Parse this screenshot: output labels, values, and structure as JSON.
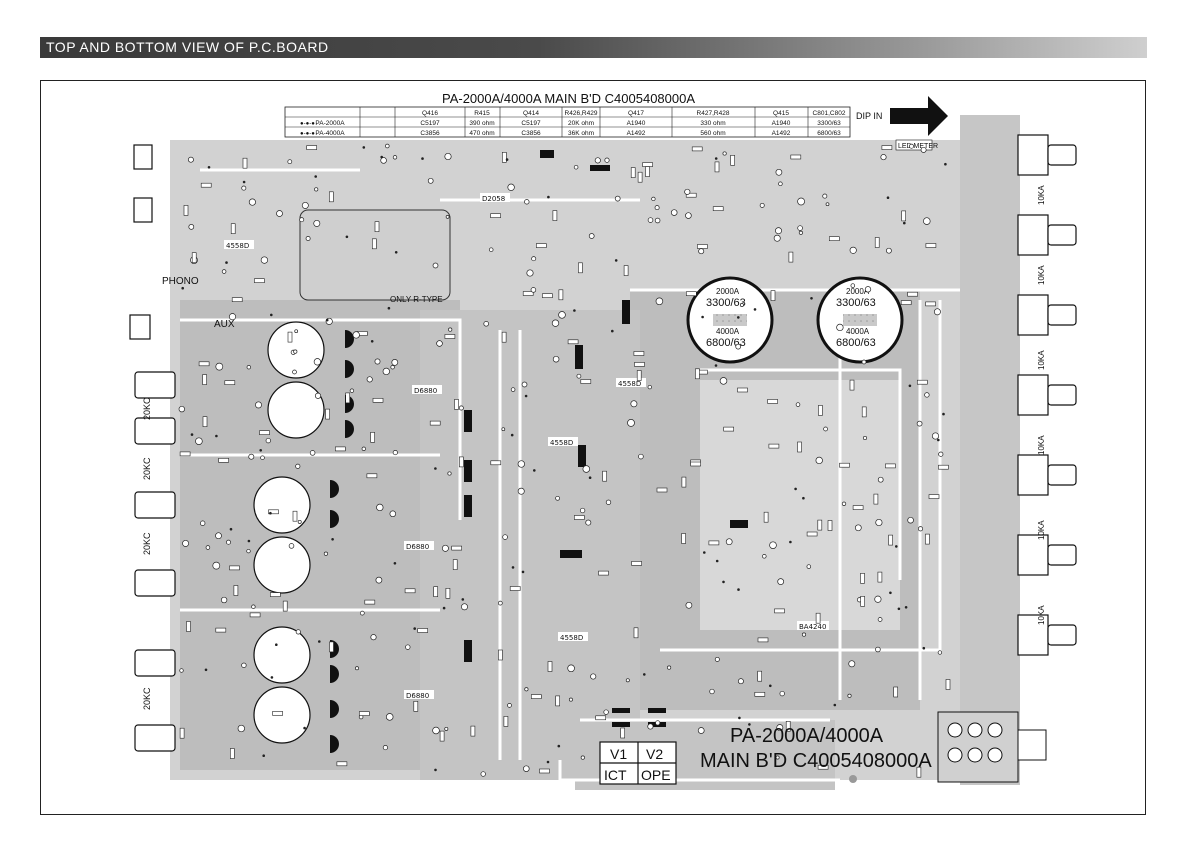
{
  "header": {
    "title": "TOP AND BOTTOM VIEW OF P.C.BOARD"
  },
  "board": {
    "top_title": "PA-2000A/4000A MAIN B'D C4005408000A",
    "bottom_title_line1": "PA-2000A/4000A",
    "bottom_title_line2": "MAIN B'D C4005408000A",
    "dip_in": "DIP IN",
    "phono": "PHONO",
    "aux": "AUX",
    "only_r_type": "ONLY R-TYPE",
    "led_meter": "LED METER"
  },
  "spec_table": {
    "headers": [
      "",
      "Q416",
      "R415",
      "Q414",
      "R426,R429",
      "Q417",
      "R427,R428",
      "Q415",
      "C801,C802"
    ],
    "rows": [
      [
        "PA-2000A",
        "C5197",
        "390 ohm",
        "C5197",
        "20K ohm",
        "A1940",
        "330 ohm",
        "A1940",
        "3300/63"
      ],
      [
        "PA-4000A",
        "C3856",
        "470 ohm",
        "C3856",
        "36K ohm",
        "A1492",
        "560 ohm",
        "A1492",
        "6800/63"
      ]
    ]
  },
  "capacitors": [
    {
      "top": "2000A",
      "value1": "3300/63",
      "mid": "4000A",
      "value2": "6800/63"
    },
    {
      "top": "2000A",
      "value1": "3300/63",
      "mid": "4000A",
      "value2": "6800/63"
    }
  ],
  "left_connectors": [
    "20KC",
    "20KC",
    "20KC",
    "20KC"
  ],
  "right_connectors": [
    "10KA",
    "10KA",
    "10KA",
    "10KA",
    "10KA",
    "10KA"
  ],
  "version_box": {
    "v1": "V1",
    "v2": "V2",
    "ict": "ICT",
    "ope": "OPE"
  },
  "ic_labels": [
    "4558D",
    "4558D",
    "4558D",
    "4558D",
    "BA4240",
    "D6880",
    "D6880",
    "D6880",
    "D2058"
  ]
}
